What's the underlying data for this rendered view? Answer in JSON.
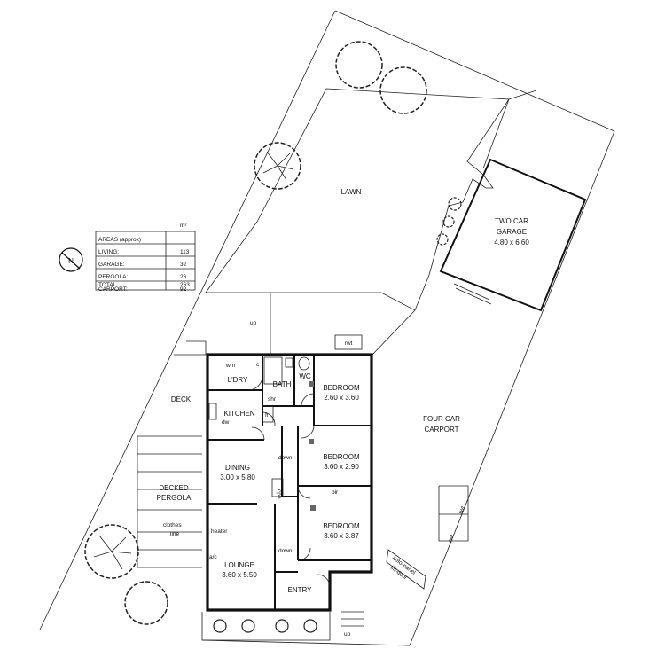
{
  "rooms": {
    "lawn": "LAWN",
    "garage_name_1": "TWO CAR",
    "garage_name_2": "GARAGE",
    "garage_dims": "4.80 x 6.60",
    "carport_1": "FOUR CAR",
    "carport_2": "CARPORT",
    "deck": "DECK",
    "pergola_1": "DECKED",
    "pergola_2": "PERGOLA",
    "laundry": "L'DRY",
    "bath": "BATH",
    "wc": "WC",
    "kitchen": "KITCHEN",
    "bedroom1_name": "BEDROOM",
    "bedroom1_dims": "2.60 x 3.60",
    "bedroom2_name": "BEDROOM",
    "bedroom2_dims": "3.60 x 2.90",
    "bedroom3_name": "BEDROOM",
    "bedroom3_dims": "3.60 x 3.87",
    "dining_name": "DINING",
    "dining_dims": "3.00 x 5.80",
    "lounge_name": "LOUNGE",
    "lounge_dims": "3.60 x 5.50",
    "entry": "ENTRY"
  },
  "fixtures": {
    "rwt": "rwt",
    "wm": "wm",
    "c": "c",
    "shr": "shr",
    "fr": "fr",
    "dw": "dw",
    "bir": "bir",
    "cpb": "cpb",
    "heater": "heater",
    "ac": "a/c",
    "clothes": "clothes",
    "line": "line",
    "up": "up",
    "down": "down",
    "auto_panel": "auto-panel",
    "lift_door": "lift-door"
  },
  "areas": {
    "title": "AREAS (approx)",
    "unit": "m²",
    "rows": [
      {
        "label": "LIVING:",
        "value": "113"
      },
      {
        "label": "GARAGE:",
        "value": "32"
      },
      {
        "label": "PERGOLA:",
        "value": "26"
      },
      {
        "label": "CARPORT:",
        "value": "92"
      }
    ],
    "total_label": "TOTAL",
    "total_value": "263"
  },
  "compass": {
    "letter": "N"
  }
}
